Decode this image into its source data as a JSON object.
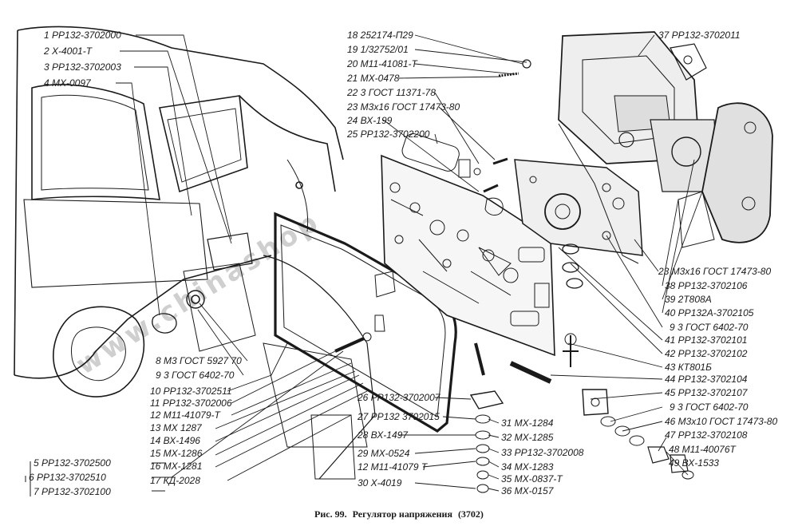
{
  "labels_left": [
    {
      "id": "1",
      "text": "1  РР132-3702000"
    },
    {
      "id": "2",
      "text": "2  Х-4001-Т"
    },
    {
      "id": "3",
      "text": "3  РР132-3702003"
    },
    {
      "id": "4",
      "text": "4  МХ-0097"
    },
    {
      "id": "8",
      "text": "8  М3 ГОСТ 5927 70"
    },
    {
      "id": "9a",
      "text": "9  3 ГОСТ 6402-70"
    },
    {
      "id": "10",
      "text": "10  РР132-3702511"
    },
    {
      "id": "11",
      "text": "11  РР132-3702006"
    },
    {
      "id": "12a",
      "text": "12  М11-41079-Т"
    },
    {
      "id": "13",
      "text": "13  МХ 1287"
    },
    {
      "id": "14",
      "text": "14  ВХ-1496"
    },
    {
      "id": "15",
      "text": "15  МХ-1286"
    },
    {
      "id": "16",
      "text": "16  МХ-1281"
    },
    {
      "id": "17",
      "text": "17  КД-2028"
    }
  ],
  "labels_group": [
    {
      "id": "5",
      "text": "5   РР132-3702500"
    },
    {
      "id": "6",
      "text": "6  РР132-3702510"
    },
    {
      "id": "7",
      "text": "7   РР132-3702100"
    }
  ],
  "labels_top": [
    {
      "id": "18",
      "text": "18  252174-П29"
    },
    {
      "id": "19",
      "text": "19  1/32752/01"
    },
    {
      "id": "20",
      "text": "20  М11-41081-Т"
    },
    {
      "id": "21",
      "text": "21  МХ-0478"
    },
    {
      "id": "22",
      "text": "22  3 ГОСТ 11371-78"
    },
    {
      "id": "23a",
      "text": "23  М3х16 ГОСТ 17473-80"
    },
    {
      "id": "24",
      "text": "24  ВХ-199"
    },
    {
      "id": "25",
      "text": "25  РР132-3702200"
    }
  ],
  "labels_right": [
    {
      "id": "37",
      "text": "37  РР132-3702011"
    },
    {
      "id": "23b",
      "text": "23  М3х16 ГОСТ 17473-80"
    },
    {
      "id": "38",
      "text": "38  РР132-3702106"
    },
    {
      "id": "39",
      "text": "39  2Т808А"
    },
    {
      "id": "40",
      "text": "40  РР132А-3702105"
    },
    {
      "id": "9b",
      "text": "9  3 ГОСТ 6402-70"
    },
    {
      "id": "41",
      "text": "41  РР132-3702101"
    },
    {
      "id": "42",
      "text": "42  РР132-3702102"
    },
    {
      "id": "43",
      "text": "43  КТ801Б"
    },
    {
      "id": "44",
      "text": "44  РР132-3702104"
    },
    {
      "id": "45",
      "text": "45  РР132-3702107"
    },
    {
      "id": "9c",
      "text": "9  3 ГОСТ 6402-70"
    },
    {
      "id": "46",
      "text": "46  М3х10 ГОСТ 17473-80"
    },
    {
      "id": "47",
      "text": "47  РР132-3702108"
    },
    {
      "id": "48",
      "text": "48  М11-40076Т"
    },
    {
      "id": "49",
      "text": "49  ВХ-1533"
    }
  ],
  "labels_bottom": [
    {
      "id": "26",
      "text": "26  РР132-3702007"
    },
    {
      "id": "27",
      "text": "27  РР132 3702015"
    },
    {
      "id": "28",
      "text": "28  ВХ-1497"
    },
    {
      "id": "29",
      "text": "29  МХ-0524"
    },
    {
      "id": "12b",
      "text": "12  М11-41079 Т"
    },
    {
      "id": "30",
      "text": "30  Х-4019"
    },
    {
      "id": "31",
      "text": "31  МХ-1284"
    },
    {
      "id": "32",
      "text": "32  МХ-1285"
    },
    {
      "id": "33",
      "text": "33  РР132-3702008"
    },
    {
      "id": "34",
      "text": "34  МХ-1283"
    },
    {
      "id": "35",
      "text": "35  МХ-0837-Т"
    },
    {
      "id": "36",
      "text": "36  МХ-0157"
    }
  ],
  "watermark": "www.chinashop",
  "caption": {
    "fig": "Рис. 99.",
    "title": "Регулятор напряжения",
    "code": "(3702)"
  },
  "colors": {
    "ink": "#1a1a1a",
    "paper": "#ffffff",
    "watermark": "#cfcfcf"
  }
}
